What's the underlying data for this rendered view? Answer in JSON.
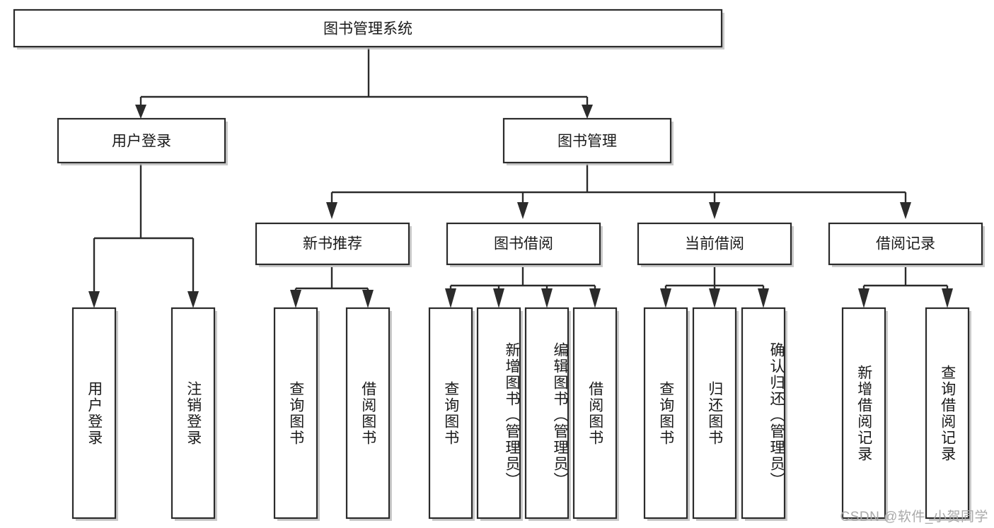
{
  "diagram": {
    "type": "tree-hierarchy-chart",
    "title": "图书管理系统",
    "orientation": "top-down",
    "colors": {
      "box_fill": "#ffffff",
      "box_stroke": "#2b2b2b",
      "connector": "#2b2b2b",
      "text": "#1a1a1a",
      "shadow": "#b8b8b8",
      "watermark": "#a9a9a9",
      "background": "#ffffff"
    },
    "root": {
      "label": "图书管理系统"
    },
    "level2": [
      {
        "label": "用户登录"
      },
      {
        "label": "图书管理"
      }
    ],
    "level3": [
      {
        "label": "新书推荐"
      },
      {
        "label": "图书借阅"
      },
      {
        "label": "当前借阅"
      },
      {
        "label": "借阅记录"
      }
    ],
    "leaves": {
      "user_login": [
        {
          "label": "用户登录"
        },
        {
          "label": "注销登录"
        }
      ],
      "new_book_recommend": [
        {
          "label": "查询图书"
        },
        {
          "label": "借阅图书"
        }
      ],
      "book_borrow": [
        {
          "label": "查询图书"
        },
        {
          "label": "新增图书（管理员）"
        },
        {
          "label": "编辑图书（管理员）"
        },
        {
          "label": "借阅图书"
        }
      ],
      "current_borrow": [
        {
          "label": "查询图书"
        },
        {
          "label": "归还图书"
        },
        {
          "label": "确认归还（管理员）"
        }
      ],
      "borrow_record": [
        {
          "label": "新增借阅记录"
        },
        {
          "label": "查询借阅记录"
        }
      ]
    }
  },
  "watermark": {
    "text": "CSDN @软件_小贺同学"
  }
}
